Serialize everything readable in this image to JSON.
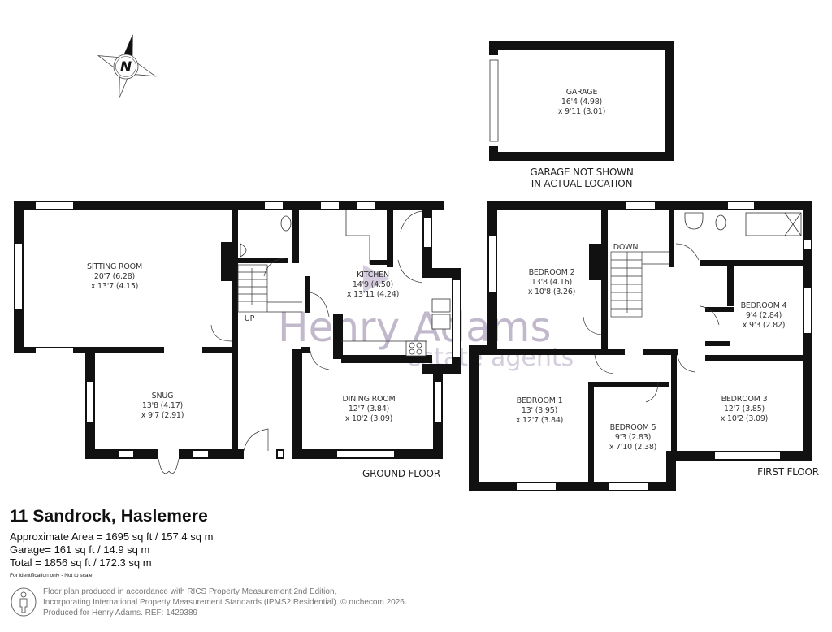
{
  "compass": {
    "label": "N"
  },
  "watermark": {
    "brand": "Henry Adams",
    "tagline": "estate agents",
    "color": "#8f7fa3"
  },
  "garage": {
    "name": "GARAGE",
    "dim1": "16'4 (4.98)",
    "dim2": "x 9'11 (3.01)",
    "note_line1": "GARAGE NOT SHOWN",
    "note_line2": "IN ACTUAL LOCATION"
  },
  "ground_floor": {
    "label": "GROUND FLOOR",
    "stairs_label": "UP",
    "rooms": [
      {
        "name": "SITTING ROOM",
        "dim1": "20'7 (6.28)",
        "dim2": "x 13'7 (4.15)"
      },
      {
        "name": "KITCHEN",
        "dim1": "14'9 (4.50)",
        "dim2": "x 13'11 (4.24)"
      },
      {
        "name": "SNUG",
        "dim1": "13'8 (4.17)",
        "dim2": "x 9'7 (2.91)"
      },
      {
        "name": "DINING ROOM",
        "dim1": "12'7 (3.84)",
        "dim2": "x 10'2 (3.09)"
      }
    ]
  },
  "first_floor": {
    "label": "FIRST FLOOR",
    "stairs_label": "DOWN",
    "rooms": [
      {
        "name": "BEDROOM 2",
        "dim1": "13'8 (4.16)",
        "dim2": "x 10'8 (3.26)"
      },
      {
        "name": "BEDROOM 4",
        "dim1": "9'4 (2.84)",
        "dim2": "x 9'3 (2.82)"
      },
      {
        "name": "BEDROOM 1",
        "dim1": "13' (3.95)",
        "dim2": "x 12'7 (3.84)"
      },
      {
        "name": "BEDROOM 5",
        "dim1": "9'3 (2.83)",
        "dim2": "x 7'10 (2.38)"
      },
      {
        "name": "BEDROOM 3",
        "dim1": "12'7 (3.85)",
        "dim2": "x 10'2 (3.09)"
      }
    ]
  },
  "property": {
    "title": "11 Sandrock, Haslemere",
    "approx_area": "Approximate Area = 1695 sq ft / 157.4 sq m",
    "garage_area": "Garage= 161 sq ft / 14.9 sq m",
    "total_area": "Total = 1856 sq ft / 172.3 sq m",
    "scale_note": "For identification only - Not to scale"
  },
  "disclaimer": {
    "line1": "Floor plan produced in accordance with RICS Property Measurement 2nd Edition,",
    "line2": "Incorporating International Property Measurement Standards (IPMS2 Residential).   © nıchecom 2026.",
    "line3": "Produced for Henry Adams.    REF: 1429389"
  }
}
